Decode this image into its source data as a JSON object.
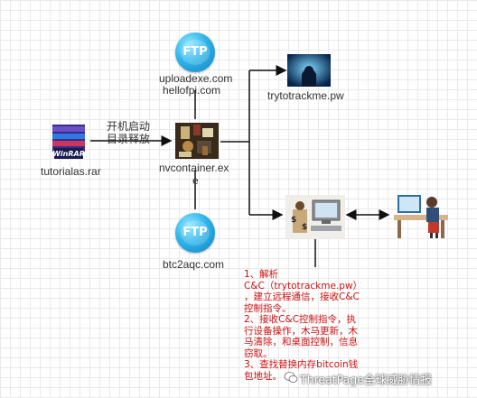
{
  "nodes": {
    "rar": {
      "label": "tutorialas.rar",
      "logo_text": "WinRAR"
    },
    "edge_label_line1": "开机启动",
    "edge_label_line2": "目录释放",
    "ftp_top": {
      "badge": "FTP",
      "label_line1": "uploadexe.com",
      "label_line2": "hellofpi.com"
    },
    "nvcontainer": {
      "label_line1": "nvcontainer.ex",
      "label_line2": "e"
    },
    "track": {
      "label": "trytotrackme.pw"
    },
    "ftp_bottom": {
      "badge": "FTP",
      "label": "btc2aqc.com"
    }
  },
  "note": {
    "lines": [
      "1、解析",
      "C&C（trytotrackme.pw）",
      "，建立远程通信，接收C&C",
      "控制指令。",
      "2、接收C&C控制指令，执",
      "行设备操作，木马更新，木",
      "马清除，和桌面控制，信息",
      "窃取。",
      "3、查找替换内存bitcoin钱",
      "包地址。"
    ]
  },
  "watermark": "ThreatPage全球威胁情报",
  "colors": {
    "arrow": "#111111",
    "note_text": "#cc1111",
    "ftp_blue": "#2fb4ea"
  }
}
